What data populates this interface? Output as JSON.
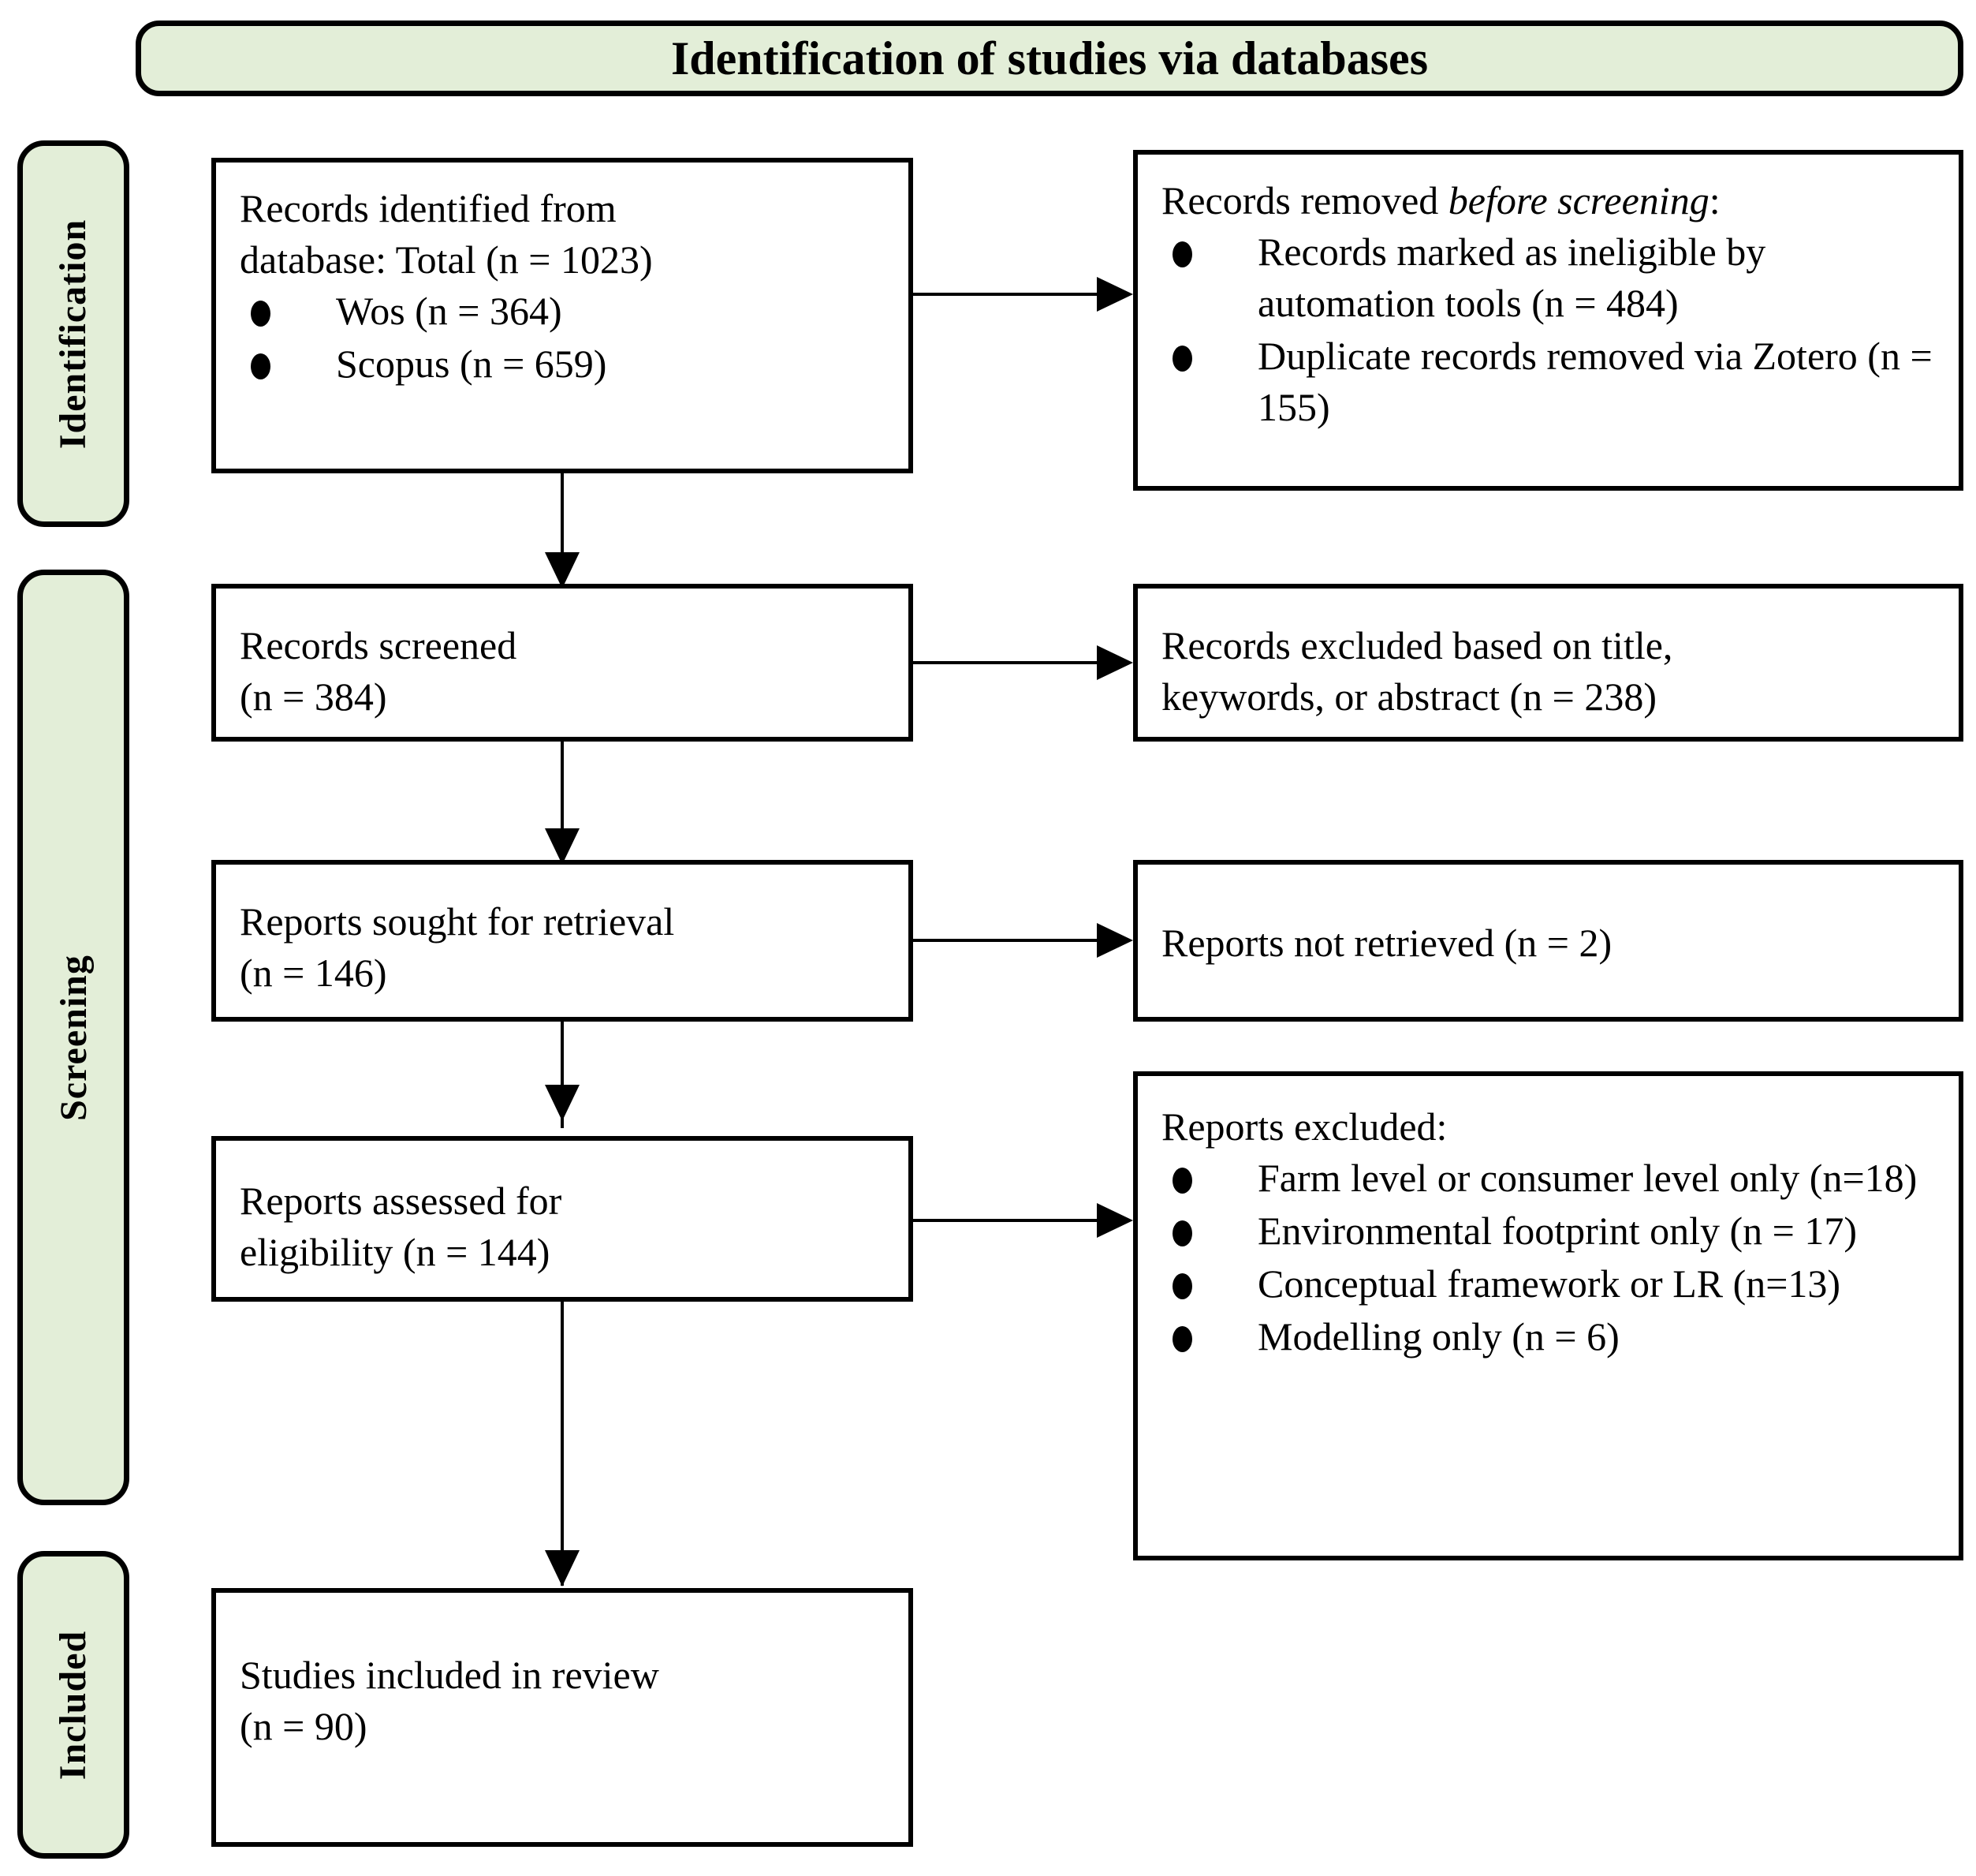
{
  "diagram": {
    "header": {
      "title": "Identification of studies via databases"
    },
    "stages": [
      {
        "id": "identification",
        "label": "Identification"
      },
      {
        "id": "screening",
        "label": "Screening"
      },
      {
        "id": "included",
        "label": "Included"
      }
    ],
    "boxes": {
      "records_identified": {
        "heading_line1": "Records identified from",
        "heading_line2": "database: Total (n = 1023)",
        "bullets": [
          "Wos (n = 364)",
          "Scopus (n = 659)"
        ]
      },
      "records_removed": {
        "heading_prefix": "Records removed ",
        "heading_italic": "before screening",
        "heading_suffix": ":",
        "bullets": [
          "Records marked as ineligible by automation tools (n = 484)",
          "Duplicate records removed via Zotero (n = 155)"
        ]
      },
      "records_screened": {
        "line1": "Records screened",
        "line2": "(n = 384)"
      },
      "records_excluded": {
        "line1": "Records excluded based on title,",
        "line2": "keywords, or abstract (n = 238)"
      },
      "reports_sought": {
        "line1": "Reports sought for retrieval",
        "line2": "(n = 146)"
      },
      "reports_not_retrieved": {
        "line1": "Reports not retrieved (n = 2)"
      },
      "reports_assessed": {
        "line1": "Reports assessed  for",
        "line2": "eligibility (n = 144)"
      },
      "reports_excluded": {
        "heading": "Reports excluded:",
        "bullets": [
          "Farm level or consumer level only (n=18)",
          "Environmental footprint only (n = 17)",
          "Conceptual framework or LR (n=13)",
          "Modelling only (n = 6)"
        ]
      },
      "studies_included": {
        "line1": "Studies included in review",
        "line2": "(n = 90)"
      }
    },
    "counts": {
      "total_identified": 1023,
      "wos": 364,
      "scopus": 659,
      "ineligible_automation": 484,
      "duplicates_zotero": 155,
      "records_screened": 384,
      "records_excluded_title_abstract": 238,
      "reports_sought": 146,
      "reports_not_retrieved": 2,
      "reports_assessed": 144,
      "excluded_farm_consumer": 18,
      "excluded_env_footprint": 17,
      "excluded_conceptual_lr": 13,
      "excluded_modelling": 6,
      "studies_included": 90
    },
    "colors": {
      "stage_fill": "#e3eed8",
      "border": "#000000",
      "box_fill": "#ffffff"
    }
  }
}
